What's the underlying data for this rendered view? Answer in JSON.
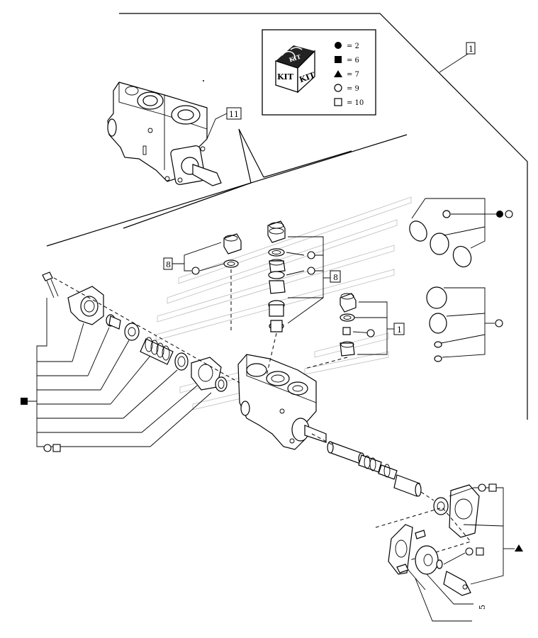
{
  "kit_legend": {
    "kit_label_top": "KIT",
    "kit_label_left": "KIT",
    "kit_label_right": "KIT",
    "rows": [
      {
        "symbol": "filled-circle",
        "text": "= 2"
      },
      {
        "symbol": "filled-square",
        "text": "= 6"
      },
      {
        "symbol": "filled-triangle",
        "text": "= 7"
      },
      {
        "symbol": "open-circle",
        "text": "= 9"
      },
      {
        "symbol": "open-square",
        "text": "= 10"
      }
    ]
  },
  "callouts": {
    "ref_1": "1",
    "ref_11": "11",
    "ref_8a": "8",
    "ref_8b": "8",
    "ref_1b": "1",
    "ref_5": "5"
  },
  "colors": {
    "ink": "#000000",
    "paper": "#ffffff",
    "ghost": "#bbbbbb"
  }
}
